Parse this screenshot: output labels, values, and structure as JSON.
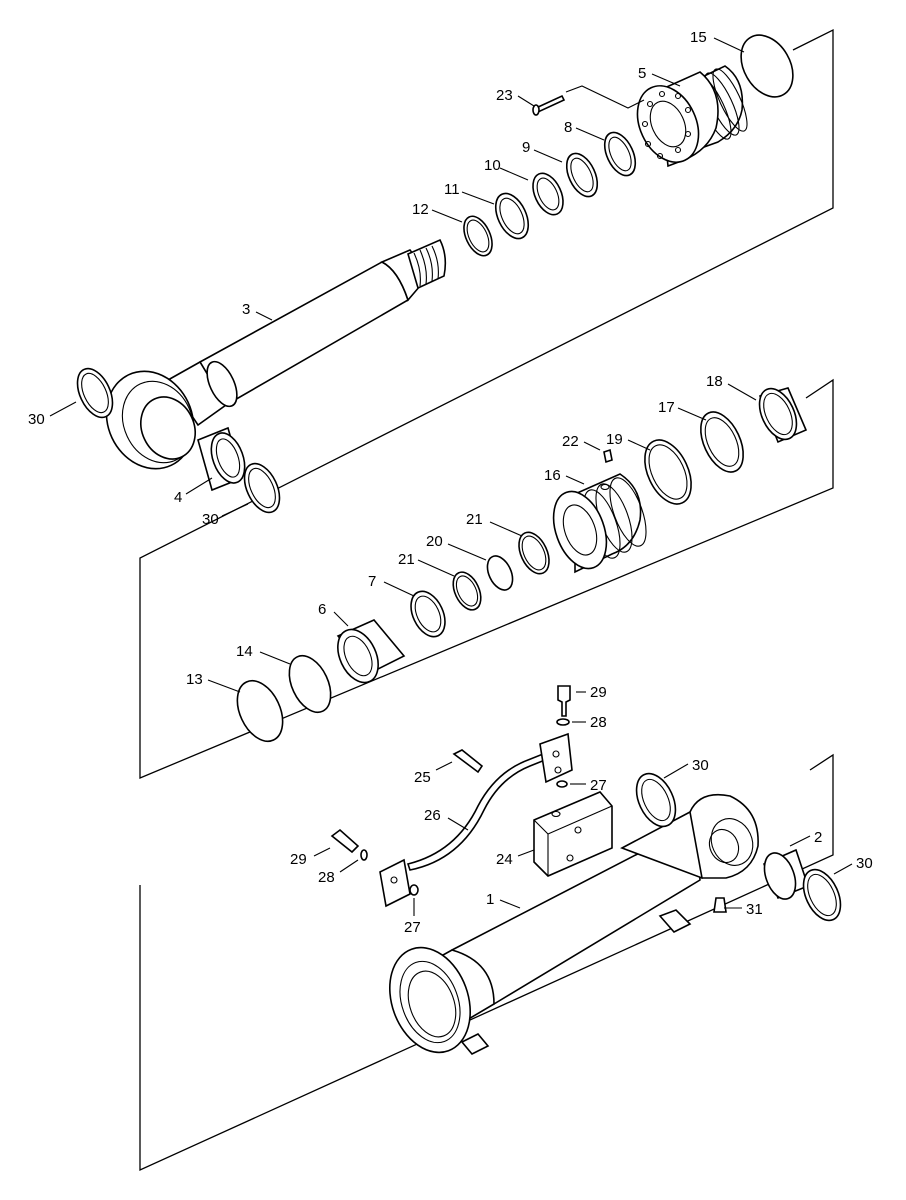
{
  "diagram": {
    "callouts": [
      {
        "id": "c15",
        "text": "15"
      },
      {
        "id": "c5",
        "text": "5"
      },
      {
        "id": "c23",
        "text": "23"
      },
      {
        "id": "c8",
        "text": "8"
      },
      {
        "id": "c9",
        "text": "9"
      },
      {
        "id": "c10",
        "text": "10"
      },
      {
        "id": "c11",
        "text": "11"
      },
      {
        "id": "c12",
        "text": "12"
      },
      {
        "id": "c3",
        "text": "3"
      },
      {
        "id": "c30a",
        "text": "30"
      },
      {
        "id": "c4",
        "text": "4"
      },
      {
        "id": "c30b",
        "text": "30"
      },
      {
        "id": "c18",
        "text": "18"
      },
      {
        "id": "c17",
        "text": "17"
      },
      {
        "id": "c19",
        "text": "19"
      },
      {
        "id": "c22",
        "text": "22"
      },
      {
        "id": "c16",
        "text": "16"
      },
      {
        "id": "c21a",
        "text": "21"
      },
      {
        "id": "c20",
        "text": "20"
      },
      {
        "id": "c21b",
        "text": "21"
      },
      {
        "id": "c7",
        "text": "7"
      },
      {
        "id": "c6",
        "text": "6"
      },
      {
        "id": "c14",
        "text": "14"
      },
      {
        "id": "c13",
        "text": "13"
      },
      {
        "id": "c29a",
        "text": "29"
      },
      {
        "id": "c28a",
        "text": "28"
      },
      {
        "id": "c25",
        "text": "25"
      },
      {
        "id": "c27a",
        "text": "27"
      },
      {
        "id": "c30c",
        "text": "30"
      },
      {
        "id": "c26",
        "text": "26"
      },
      {
        "id": "c2",
        "text": "2"
      },
      {
        "id": "c30d",
        "text": "30"
      },
      {
        "id": "c29b",
        "text": "29"
      },
      {
        "id": "c28b",
        "text": "28"
      },
      {
        "id": "c24",
        "text": "24"
      },
      {
        "id": "c1",
        "text": "1"
      },
      {
        "id": "c31",
        "text": "31"
      },
      {
        "id": "c27b",
        "text": "27"
      }
    ]
  }
}
